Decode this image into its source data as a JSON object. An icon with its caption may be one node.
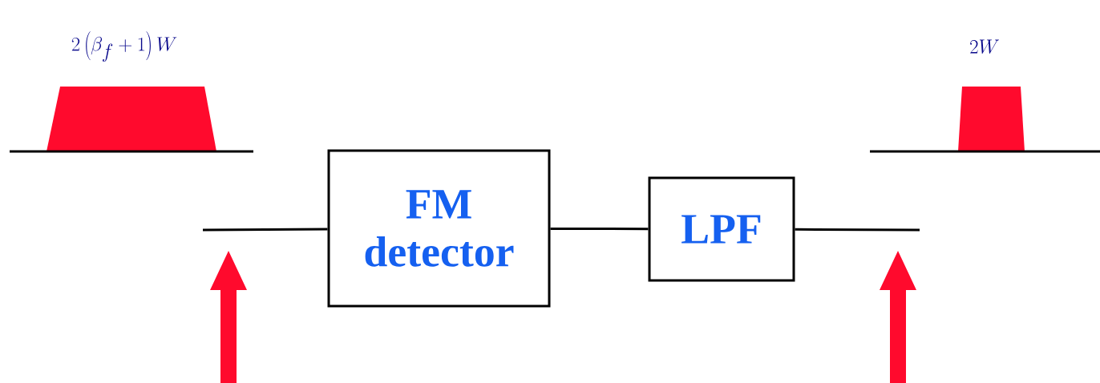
{
  "diagram": {
    "nodes": [
      {
        "text": [
          "FM detector"
        ]
      },
      {
        "text": [
          "LPF"
        ]
      }
    ],
    "edges": [
      {
        "from": null,
        "to": 0,
        "arrow": "none"
      },
      {
        "from": 0,
        "to": 1,
        "arrow": "none"
      },
      {
        "from": 1,
        "to": null,
        "arrow": "none"
      }
    ],
    "labels": [
      "2\\left(\\beta_f+1\\right)W",
      "2W"
    ]
  }
}
